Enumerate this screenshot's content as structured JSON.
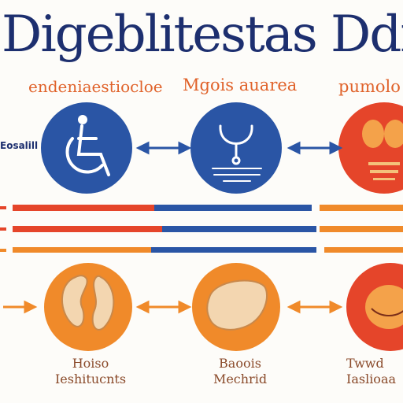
{
  "title": "Digeblitestas Ddite",
  "headers": [
    "endeniaestiocloe",
    "Mgois auarea",
    "pumolo"
  ],
  "side_label": "Eosalill",
  "footers": [
    {
      "line1": "Hoiso",
      "line2": "Ieshitucnts"
    },
    {
      "line1": "Baoois",
      "line2": "Mechrid"
    },
    {
      "line1": "Twwd",
      "line2": "Iaslioaa"
    }
  ],
  "colors": {
    "navy": "#1d2f6f",
    "blue": "#2a55a5",
    "orange": "#f08a2a",
    "red": "#e5452a",
    "tan": "#f3d6b0"
  },
  "icons": [
    "wheelchair-icon",
    "stethoscope-icon",
    "organ-icon",
    "kidney-icon",
    "liver-icon",
    "stomach-icon"
  ]
}
